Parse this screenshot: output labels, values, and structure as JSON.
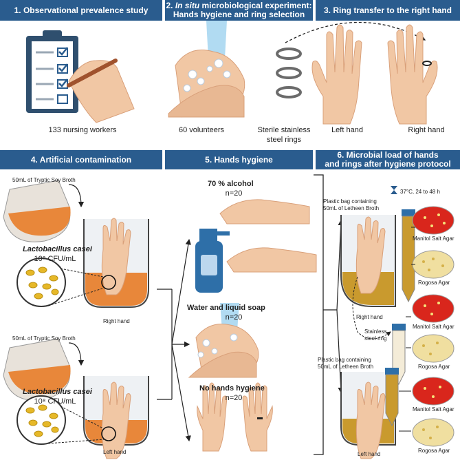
{
  "headers": {
    "h1": "1.  Observational prevalence study",
    "h2_italic": "In situ",
    "h2_rest": " microbiological experiment:",
    "h2_line2": "Hands hygiene and ring selection",
    "h2_num": "2. ",
    "h3": "3. Ring transfer to the right hand",
    "h4": "4. Artificial contamination",
    "h5": "5. Hands hygiene",
    "h6_line1": "6. Microbial load of hands",
    "h6_line2": "and rings after hygiene protocol"
  },
  "panel1": {
    "caption": "133 nursing workers"
  },
  "panel2": {
    "volunteers": "60 volunteers",
    "rings_line1": "Sterile stainless",
    "rings_line2": "steel  rings"
  },
  "panel3": {
    "left": "Left hand",
    "right": "Right hand"
  },
  "panel4": {
    "broth_top": "50mL of Tryptic Soy Broth",
    "species_top": "Lactobacillus casei",
    "conc_top": "10⁸ CFU/mL",
    "hand_top": "Right hand",
    "broth_bottom": "50mL of Tryptic Soy Broth",
    "species_bottom": "Lactobacillus casei",
    "conc_bottom": "10⁸ CFU/mL",
    "hand_bottom": "Left hand"
  },
  "panel5": {
    "g1_title": "70 % alcohol",
    "g1_n": "n=20",
    "g2_title": "Water and liquid soap",
    "g2_n": "n=20",
    "g3_title": "No hands hygiene",
    "g3_n": "n=20"
  },
  "panel6": {
    "incubation": "37°C, 24 to 48 h",
    "bag_top_l1": "Plastic bag containing",
    "bag_top_l2": "50mL of Letheen Broth",
    "hand_top": "Right hand",
    "ring_l1": "Stainless",
    "ring_l2": "steel  ring",
    "bag_bottom_l1": "Plastic bag containing",
    "bag_bottom_l2": "50mL of Letheen Broth",
    "hand_bottom": "Left hand",
    "agar_msa": "Manitol Salt  Agar",
    "agar_rogosa": "Rogosa Agar"
  },
  "colors": {
    "header": "#2a5c8e",
    "skin": "#f1c7a4",
    "broth_orange": "#e8873a",
    "broth_gold": "#c99a2e",
    "msa_red": "#d9261c",
    "rogosa": "#f0dfa0"
  }
}
